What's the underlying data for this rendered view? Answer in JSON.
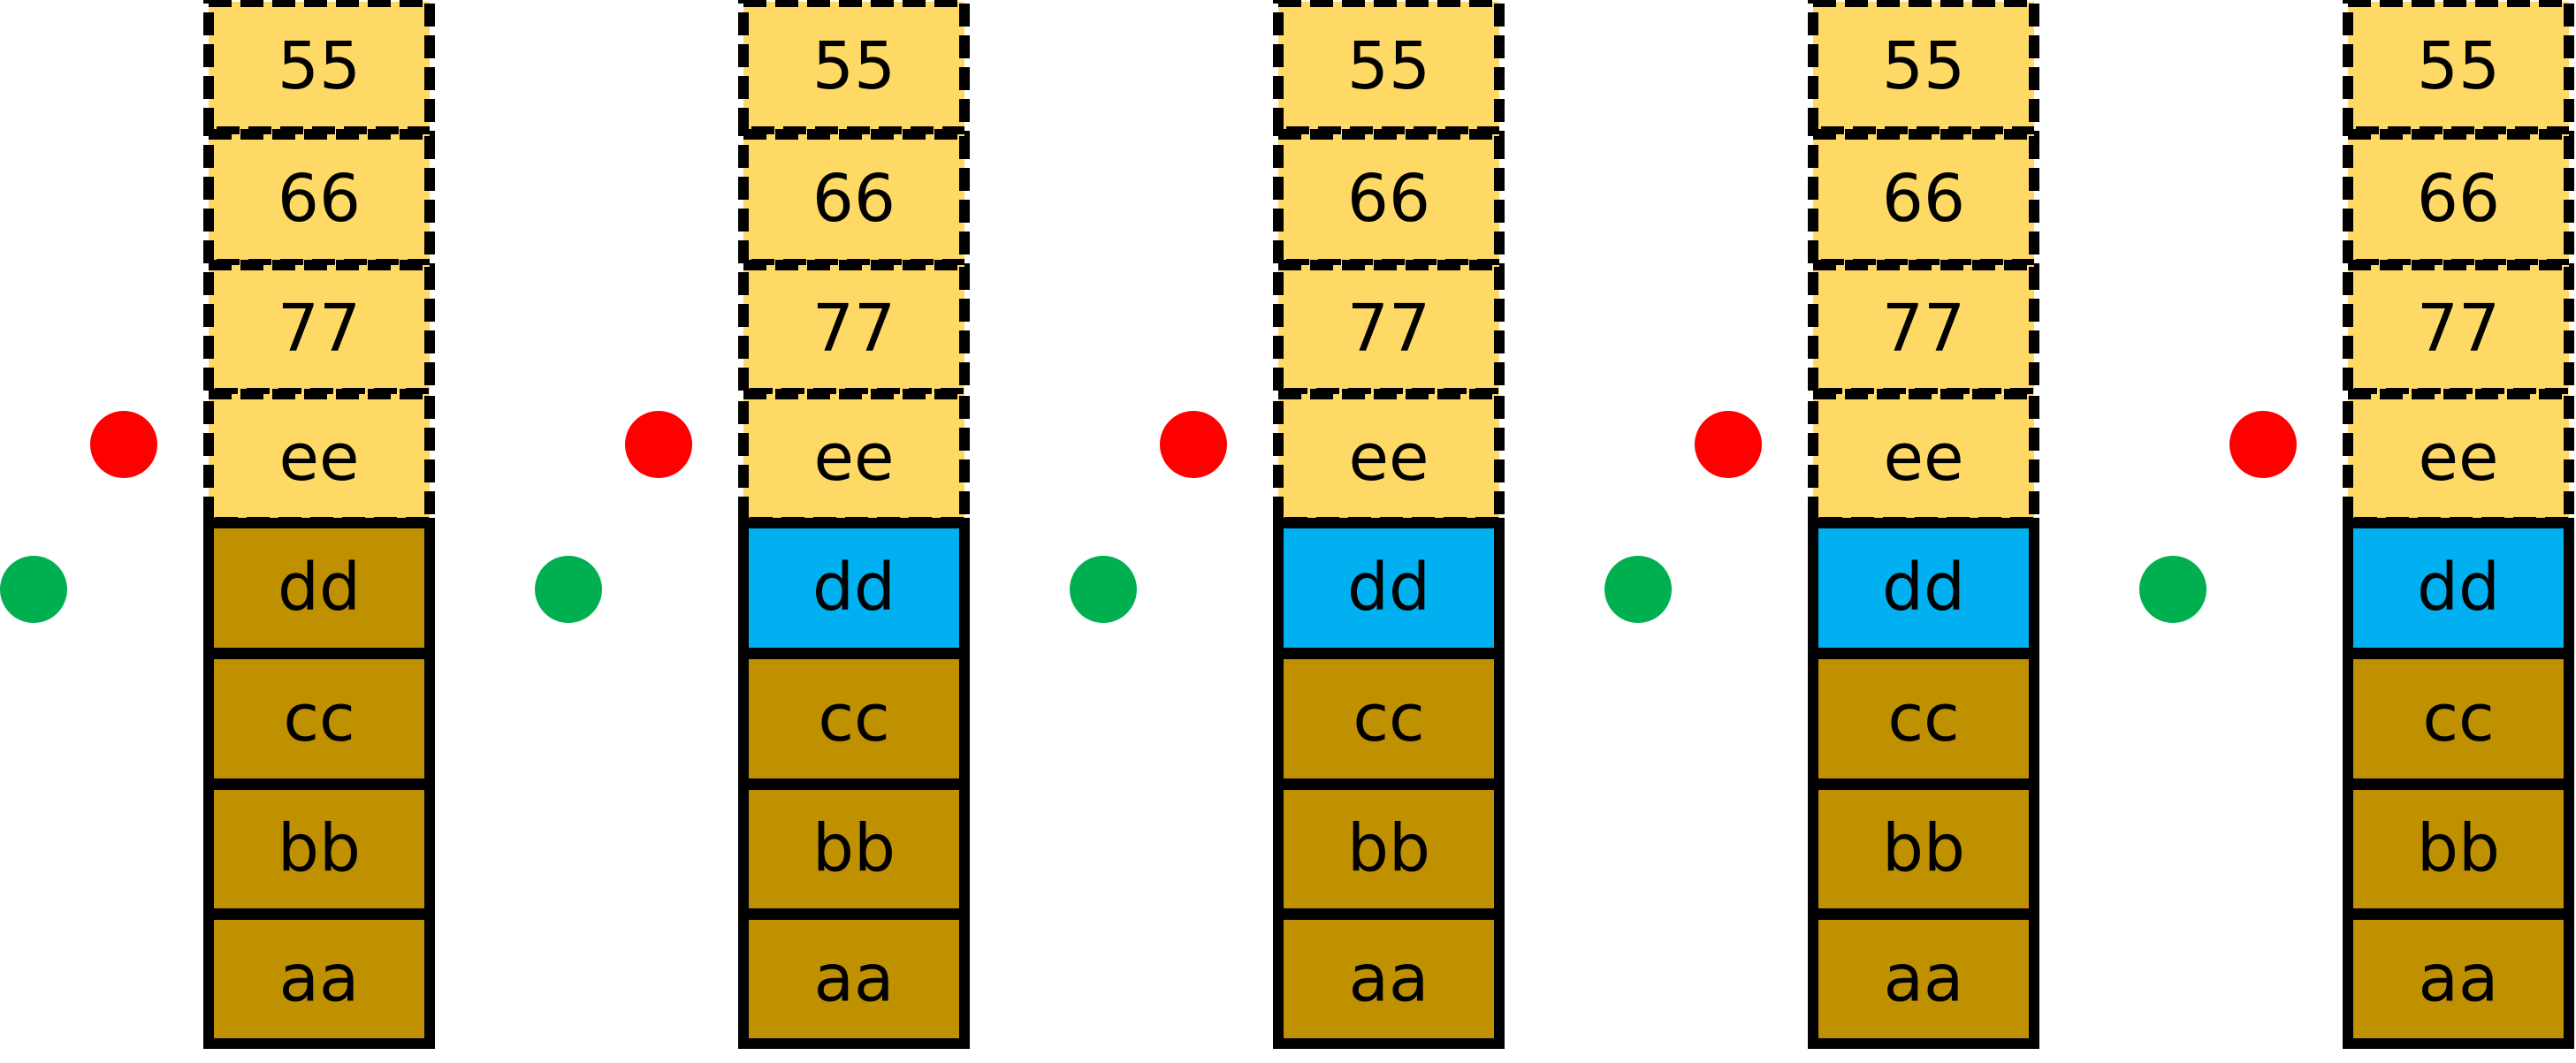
{
  "colors": {
    "pending_fill": "#FFD966",
    "committed_fill": "#BF9000",
    "highlight_fill": "#00B0F0",
    "stroke": "#000000",
    "red_marker": "#FF0000",
    "green_marker": "#00B050"
  },
  "stacks": [
    {
      "pending": [
        "55",
        "66",
        "77",
        "ee"
      ],
      "committed": [
        "dd",
        "cc",
        "bb",
        "aa"
      ],
      "highlight_top": false
    },
    {
      "pending": [
        "55",
        "66",
        "77",
        "ee"
      ],
      "committed": [
        "dd",
        "cc",
        "bb",
        "aa"
      ],
      "highlight_top": true
    },
    {
      "pending": [
        "55",
        "66",
        "77",
        "ee"
      ],
      "committed": [
        "dd",
        "cc",
        "bb",
        "aa"
      ],
      "highlight_top": true
    },
    {
      "pending": [
        "55",
        "66",
        "77",
        "ee"
      ],
      "committed": [
        "dd",
        "cc",
        "bb",
        "aa"
      ],
      "highlight_top": true
    },
    {
      "pending": [
        "55",
        "66",
        "77",
        "ee"
      ],
      "committed": [
        "dd",
        "cc",
        "bb",
        "aa"
      ],
      "highlight_top": true
    }
  ]
}
